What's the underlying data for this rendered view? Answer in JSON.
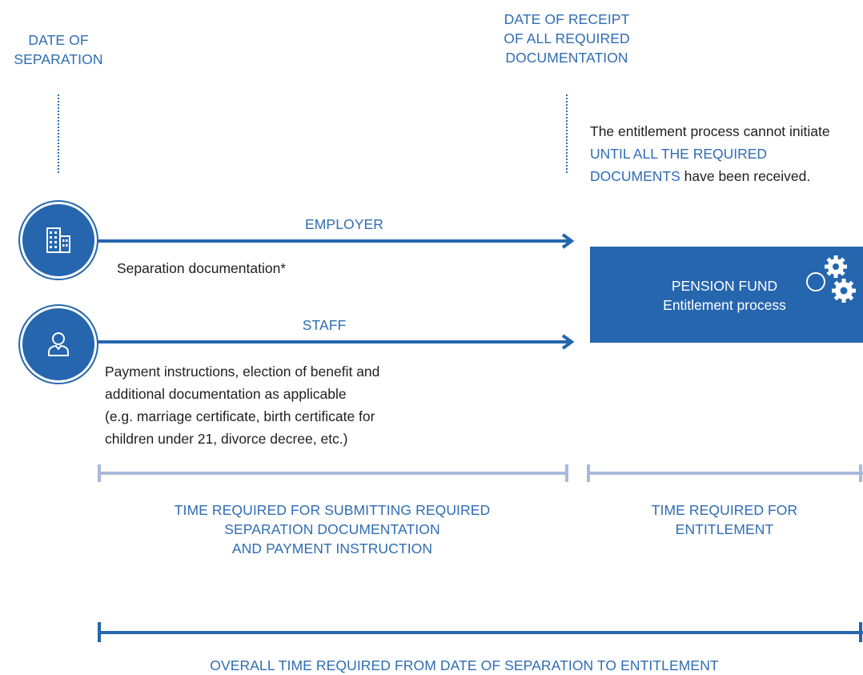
{
  "headings": {
    "date_of_separation": [
      "DATE OF",
      "SEPARATION"
    ],
    "date_of_receipt": [
      "DATE OF RECEIPT",
      "OF ALL REQUIRED",
      "DOCUMENTATION"
    ]
  },
  "note": {
    "part1": "The entitlement process cannot initiate ",
    "highlight": "UNTIL ALL THE REQUIRED DOCUMENTS",
    "part2": " have been received."
  },
  "employer": {
    "label": "EMPLOYER",
    "icon": "building-icon",
    "description": "Separation documentation*"
  },
  "staff": {
    "label": "STAFF",
    "icon": "person-icon",
    "description_lines": [
      "Payment instructions, election of benefit and",
      "additional documentation as applicable",
      "(e.g. marriage certificate, birth certificate for",
      "children under 21, divorce decree, etc.)"
    ]
  },
  "pension_fund": {
    "title": "PENSION FUND",
    "subtitle": "Entitlement process",
    "icon": "gears-icon"
  },
  "timelines": {
    "submitting": [
      "TIME REQUIRED FOR SUBMITTING REQUIRED",
      "SEPARATION DOCUMENTATION",
      "AND PAYMENT INSTRUCTION"
    ],
    "entitlement": [
      "TIME REQUIRED FOR",
      "ENTITLEMENT"
    ],
    "overall": "OVERALL TIME REQUIRED FROM DATE OF SEPARATION TO ENTITLEMENT"
  },
  "colors": {
    "primary": "#2566ae",
    "text_blue": "#2f6db4",
    "light_bar": "#a9b9dc",
    "text_dark": "#1f1f1f"
  }
}
